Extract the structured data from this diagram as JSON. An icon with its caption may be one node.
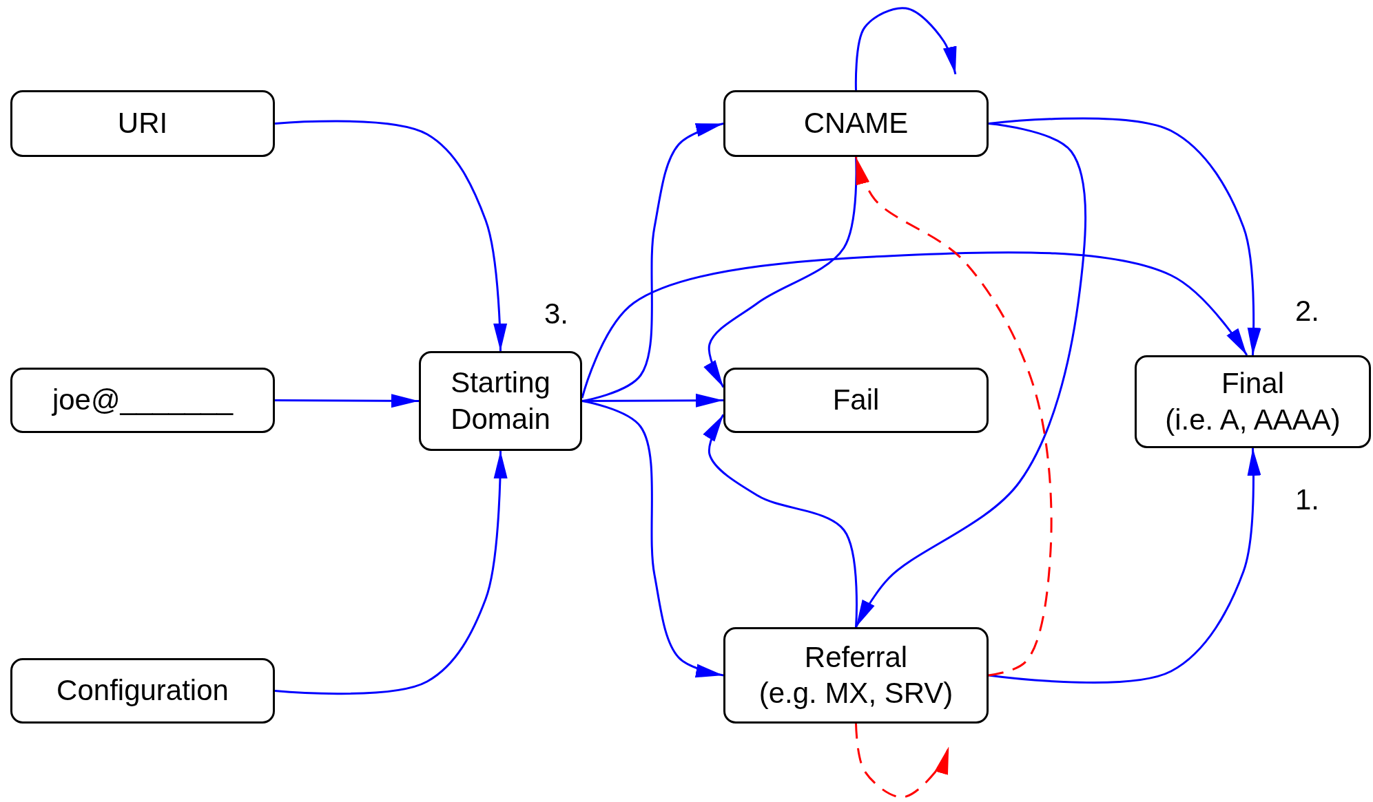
{
  "diagram": {
    "nodes": [
      {
        "text": [
          "URI"
        ]
      },
      {
        "text": [
          "joe@_______"
        ]
      },
      {
        "text": [
          "Configuration"
        ]
      },
      {
        "text": [
          "Starting Domain"
        ]
      },
      {
        "text": [
          "CNAME"
        ]
      },
      {
        "text": [
          "Fail"
        ]
      },
      {
        "text": [
          "Final",
          "(i.e. A, AAAA)"
        ]
      },
      {
        "text": [
          "Referral",
          "(e.g. MX, SRV)"
        ]
      }
    ],
    "edges": [
      {
        "from": 0,
        "to": 3,
        "arrow": "to"
      },
      {
        "from": 1,
        "to": 3,
        "arrow": "to"
      },
      {
        "from": 2,
        "to": 3,
        "arrow": "to"
      },
      {
        "from": 3,
        "to": 4,
        "arrow": "to"
      },
      {
        "from": 3,
        "to": 5,
        "arrow": "to"
      },
      {
        "from": 3,
        "to": 7,
        "arrow": "to"
      },
      {
        "from": 3,
        "to": 6,
        "arrow": "to"
      },
      {
        "from": 4,
        "to": 4,
        "arrow": "to"
      },
      {
        "from": 4,
        "to": 6,
        "arrow": "to"
      },
      {
        "from": 4,
        "to": 5,
        "arrow": "to"
      },
      {
        "from": 4,
        "to": 7,
        "arrow": "to"
      },
      {
        "from": 7,
        "to": 5,
        "arrow": "to"
      },
      {
        "from": 7,
        "to": 6,
        "arrow": "to"
      },
      {
        "from": 7,
        "to": 4,
        "arrow": "to",
        "style": "dashed",
        "color": "#ff0000"
      },
      {
        "from": 7,
        "to": 7,
        "arrow": "to",
        "style": "dashed",
        "color": "#ff0000"
      }
    ],
    "labels": [
      "3.",
      "2.",
      "1."
    ]
  }
}
